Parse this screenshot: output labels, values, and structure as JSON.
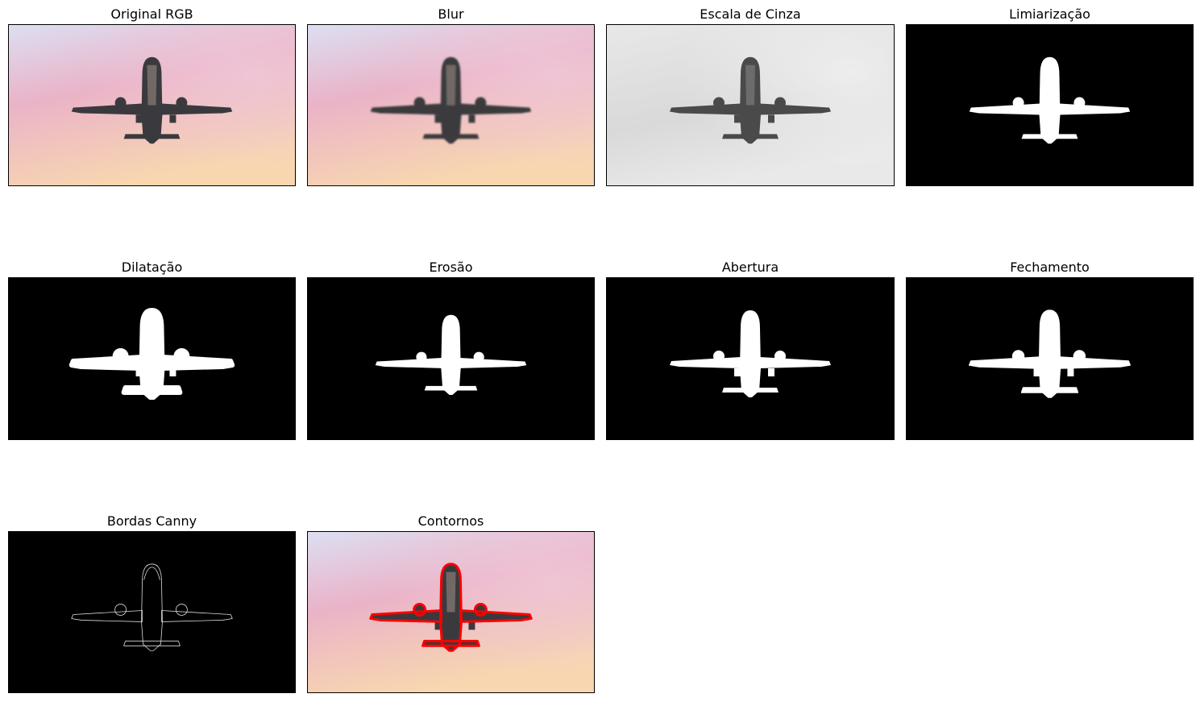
{
  "panels": [
    {
      "title": "Original RGB",
      "mode": "rgb"
    },
    {
      "title": "Blur",
      "mode": "blur"
    },
    {
      "title": "Escala de Cinza",
      "mode": "gray"
    },
    {
      "title": "Limiarização",
      "mode": "thresh"
    },
    {
      "title": "Dilatação",
      "mode": "dilate"
    },
    {
      "title": "Erosão",
      "mode": "erode"
    },
    {
      "title": "Abertura",
      "mode": "open"
    },
    {
      "title": "Fechamento",
      "mode": "close"
    },
    {
      "title": "Bordas Canny",
      "mode": "canny"
    },
    {
      "title": "Contornos",
      "mode": "contour"
    }
  ],
  "colors": {
    "sky_top_left": "#dcdff2",
    "sky_pink": "#eab3c8",
    "sky_warm": "#f8d6b0",
    "plane_dark": "#3a3a3e",
    "contour": "#ff0000"
  }
}
